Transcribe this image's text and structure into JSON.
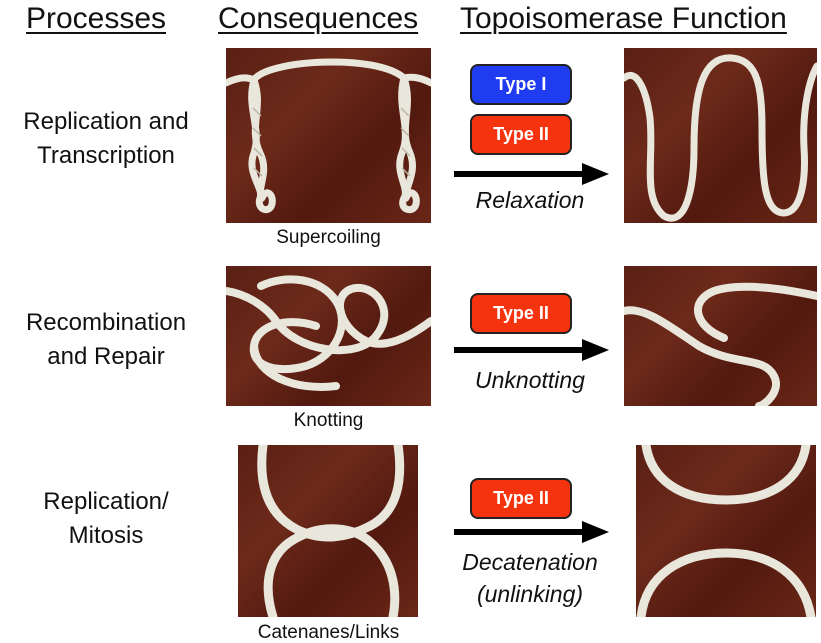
{
  "headers": {
    "processes": "Processes",
    "consequences": "Consequences",
    "function": "Topoisomerase Function"
  },
  "rows": [
    {
      "process_lines": [
        "Replication and",
        "Transcription"
      ],
      "consequence": "Supercoiling",
      "enzymes": [
        {
          "label": "Type I",
          "color": "#1f3cf0"
        },
        {
          "label": "Type II",
          "color": "#f5330f"
        }
      ],
      "action_lines": [
        "Relaxation"
      ]
    },
    {
      "process_lines": [
        "Recombination",
        "and Repair"
      ],
      "consequence": "Knotting",
      "enzymes": [
        {
          "label": "Type II",
          "color": "#f5330f"
        }
      ],
      "action_lines": [
        "Unknotting"
      ]
    },
    {
      "process_lines": [
        "Replication/",
        "Mitosis"
      ],
      "consequence": "Catenanes/Links",
      "enzymes": [
        {
          "label": "Type II",
          "color": "#f5330f"
        }
      ],
      "action_lines": [
        "Decatenation",
        "(unlinking)"
      ]
    }
  ],
  "colors": {
    "wood": "#5e2216",
    "rope": "#e9e6dc",
    "type1": "#1f3cf0",
    "type2": "#f5330f"
  }
}
